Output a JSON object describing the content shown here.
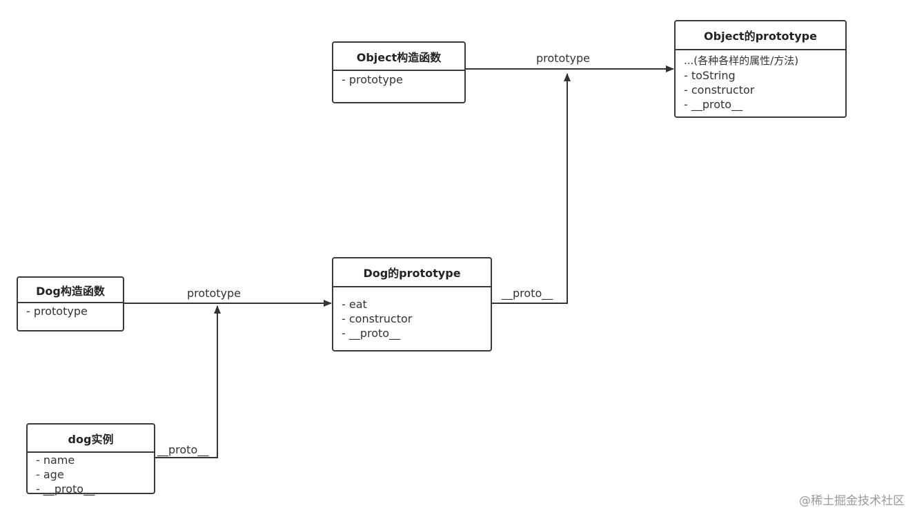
{
  "boxes": {
    "object_ctor": {
      "title": "Object构造函数",
      "rows": [
        "- prototype"
      ]
    },
    "object_proto": {
      "title": "Object的prototype",
      "rows": [
        "...(各种各样的属性/方法)",
        "- toString",
        "- constructor",
        "- __proto__"
      ]
    },
    "dog_ctor": {
      "title": "Dog构造函数",
      "rows": [
        "- prototype"
      ]
    },
    "dog_proto": {
      "title": "Dog的prototype",
      "rows": [
        "- eat",
        "- constructor",
        "- __proto__"
      ]
    },
    "dog_instance": {
      "title": "dog实例",
      "rows": [
        "- name",
        "- age",
        "- __proto__"
      ]
    }
  },
  "edge_labels": {
    "object_prototype": "prototype",
    "dog_prototype": "prototype",
    "dog_proto_up": "__proto__",
    "instance_proto": "__proto__"
  },
  "watermark": "@稀土掘金技术社区",
  "colors": {
    "line": "#333333",
    "border": "#3a3a3a",
    "watermark": "#9a9a9a"
  }
}
